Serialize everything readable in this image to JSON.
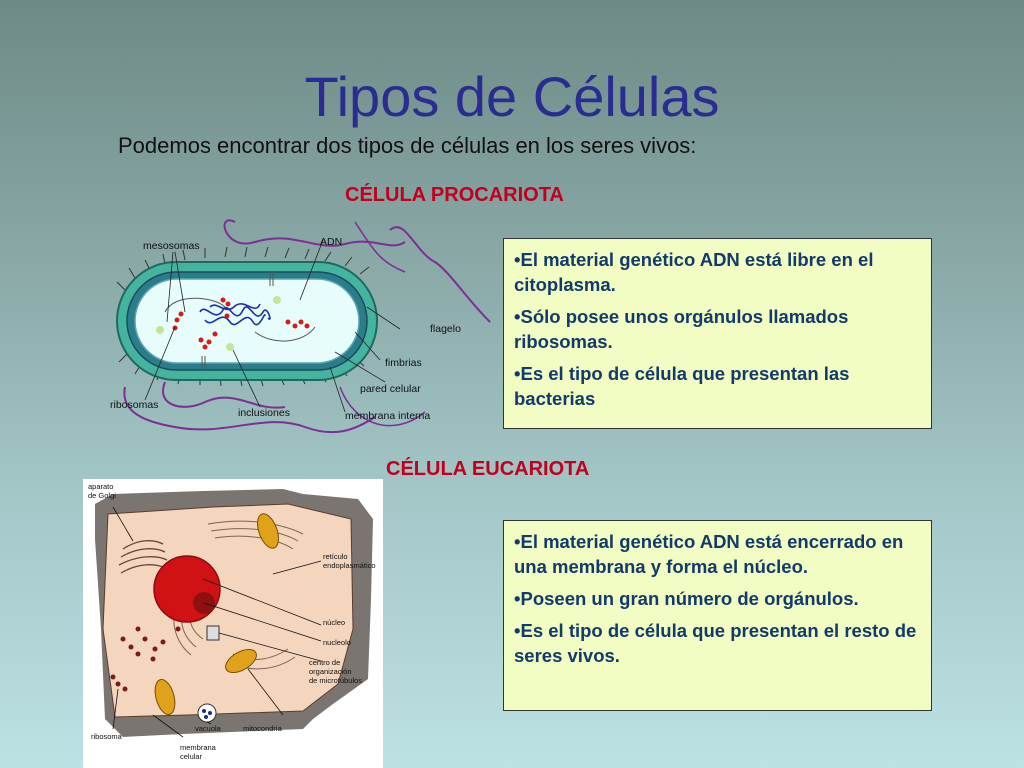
{
  "slide": {
    "title": "Tipos de Células",
    "subtitle": "Podemos encontrar dos tipos de células en los seres vivos:"
  },
  "prokaryote": {
    "heading": "CÉLULA PROCARIOTA",
    "labels": {
      "mesosomas": "mesosomas",
      "adn": "ADN",
      "flagelo": "flagelo",
      "fimbrias": "fimbrias",
      "pared": "pared celular",
      "ribosomas": "ribosomas",
      "inclusiones": "inclusiones",
      "membrana": "membrana interna"
    },
    "bullets": [
      "•El material genético ADN está libre en el citoplasma.",
      "•Sólo posee unos orgánulos llamados ribosomas.",
      "•Es el tipo de célula que presentan las bacterias"
    ]
  },
  "eukaryote": {
    "heading": "CÉLULA EUCARIOTA",
    "labels": {
      "golgi1": "aparato",
      "golgi2": "de Golgi",
      "reticulo1": "retículo",
      "reticulo2": "endoplasmático",
      "nucleo": "núcleo",
      "nucleolo": "nucleolo",
      "centro1": "centro de",
      "centro2": "organización",
      "centro3": "de microtúbulos",
      "mitocondria": "mitocondria",
      "vacuola": "vacuola",
      "ribosoma": "ribosoma",
      "membrana1": "membrana",
      "membrana2": "celular"
    },
    "bullets": [
      "•El material genético ADN está encerrado en una membrana y forma el núcleo.",
      "•Poseen un gran número de orgánulos.",
      "•Es el tipo de célula que presentan el resto de seres vivos."
    ]
  },
  "colors": {
    "title": "#2a2c92",
    "heading": "#c0001e",
    "info_bg": "#f2fdc3",
    "info_text": "#123a6a"
  }
}
